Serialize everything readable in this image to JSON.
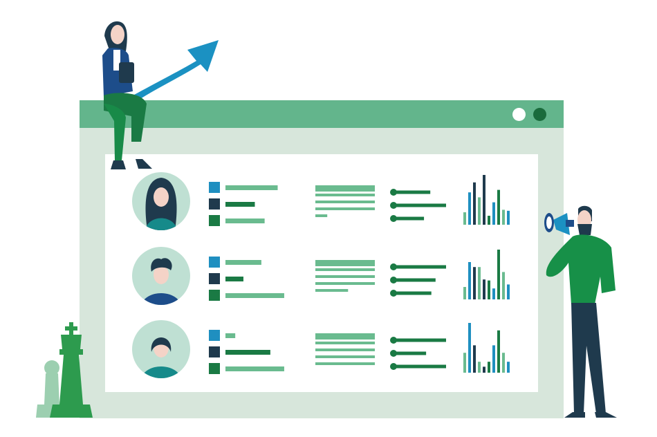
{
  "colors": {
    "window_frame": "#d7e6db",
    "window_header": "#63b58c",
    "panel": "#ffffff",
    "green_dark": "#1a7a44",
    "green_light": "#6abb8f",
    "blue": "#1f8fc0",
    "navy": "#1f3a4d",
    "avatar_bg": "#bfe0d3"
  },
  "window": {
    "controls": [
      "white-circle-button",
      "dark-circle-button"
    ]
  },
  "rows": [
    {
      "avatar": "woman-long-hair",
      "legend_lines": [
        0.64,
        0.36,
        0.48
      ],
      "text_lines": [
        1.0,
        1.0,
        1.0,
        1.0,
        0.2
      ],
      "sliders": [
        0.7,
        1.0,
        0.58
      ],
      "bars": [
        0.25,
        0.65,
        0.85,
        0.55,
        1.0,
        0.18,
        0.45,
        0.7,
        0.3,
        0.28
      ]
    },
    {
      "avatar": "man-curly-hair",
      "legend_lines": [
        0.44,
        0.22,
        0.72
      ],
      "text_lines": [
        1.0,
        1.0,
        1.0,
        1.0,
        0.55
      ],
      "sliders": [
        1.0,
        0.8,
        0.72
      ],
      "bars": [
        0.25,
        0.75,
        0.65,
        0.65,
        0.4,
        0.38,
        0.22,
        1.0,
        0.55,
        0.3
      ]
    },
    {
      "avatar": "woman-short-hair",
      "legend_lines": [
        0.12,
        0.55,
        0.72
      ],
      "text_lines": [
        1.0,
        1.0,
        1.0,
        1.0,
        1.0
      ],
      "sliders": [
        1.0,
        0.62,
        1.0
      ],
      "bars": [
        0.4,
        1.0,
        0.55,
        0.22,
        0.12,
        0.22,
        0.55,
        0.85,
        0.4,
        0.22
      ]
    }
  ],
  "icons": {
    "arrow": "growth-arrow-icon",
    "megaphone": "megaphone-icon",
    "chess": "chess-pieces-icon"
  }
}
